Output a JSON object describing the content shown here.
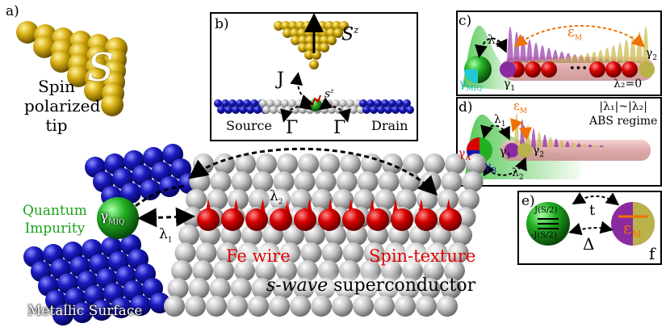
{
  "panels": {
    "a": {
      "label": "a)",
      "tip_line1": "Spin",
      "tip_line2": "polarized",
      "tip_line3": "tip",
      "spin_symbol": "S"
    },
    "b": {
      "label": "b)",
      "spin_symbol": "S",
      "spin_sup": "z",
      "exchange": "J",
      "impurity_spin": "s",
      "impurity_sup": "z",
      "gamma_left": "Γ",
      "gamma_right": "Γ",
      "source": "Source",
      "drain": "Drain"
    },
    "c": {
      "label": "c)",
      "eps": "ε",
      "eps_sub": "M",
      "lambda": "λ",
      "lambda_sub": "1",
      "gamma_miq": "γ",
      "gamma_miq_sub": "MIQ",
      "gamma1": "γ",
      "gamma1_sub": "1",
      "gamma2": "γ",
      "gamma2_sub": "2",
      "dots": "•••",
      "lambda2_eq": "λ₂=0"
    },
    "d": {
      "label": "d)",
      "eps": "ε",
      "eps_sub": "M",
      "lambda1": "λ",
      "lambda1_sub": "1",
      "lambda2": "λ",
      "lambda2_sub": "2",
      "regime_line1": "|λ₁|~|λ₂|",
      "regime_line2": "ABS regime",
      "gammaA": "γ",
      "gammaA_sub": "A",
      "gammaB": "γ",
      "gammaB_sub": "B",
      "gamma1": "γ",
      "gamma1_sub": "1",
      "gamma2": "γ",
      "gamma2_sub": "2"
    },
    "e": {
      "label": "e)",
      "level_top": "J(S/2)",
      "level_bottom": "-J(S/2)",
      "t": "t",
      "delta": "Δ",
      "eps": "ε",
      "eps_sub": "M",
      "f": "f"
    },
    "main": {
      "lambda2": "λ",
      "lambda2_sub": "2",
      "lambda1": "λ",
      "lambda1_sub": "1",
      "quantum": "Quantum",
      "impurity": "Impurity",
      "gamma_miq": "γ",
      "gamma_miq_sub": "MIQ",
      "fe_wire": "Fe wire",
      "spin_texture": "Spin-texture",
      "sc_italic": "s-wave",
      "sc_rest": " superconductor",
      "metal": "Metallic Surface"
    }
  },
  "colors": {
    "gold": "#c9a20a",
    "blue": "#1515b0",
    "red": "#d80000",
    "green": "#22b022",
    "gray": "#b8b8b8",
    "purple": "#8a2aa0",
    "orange": "#f07000"
  }
}
